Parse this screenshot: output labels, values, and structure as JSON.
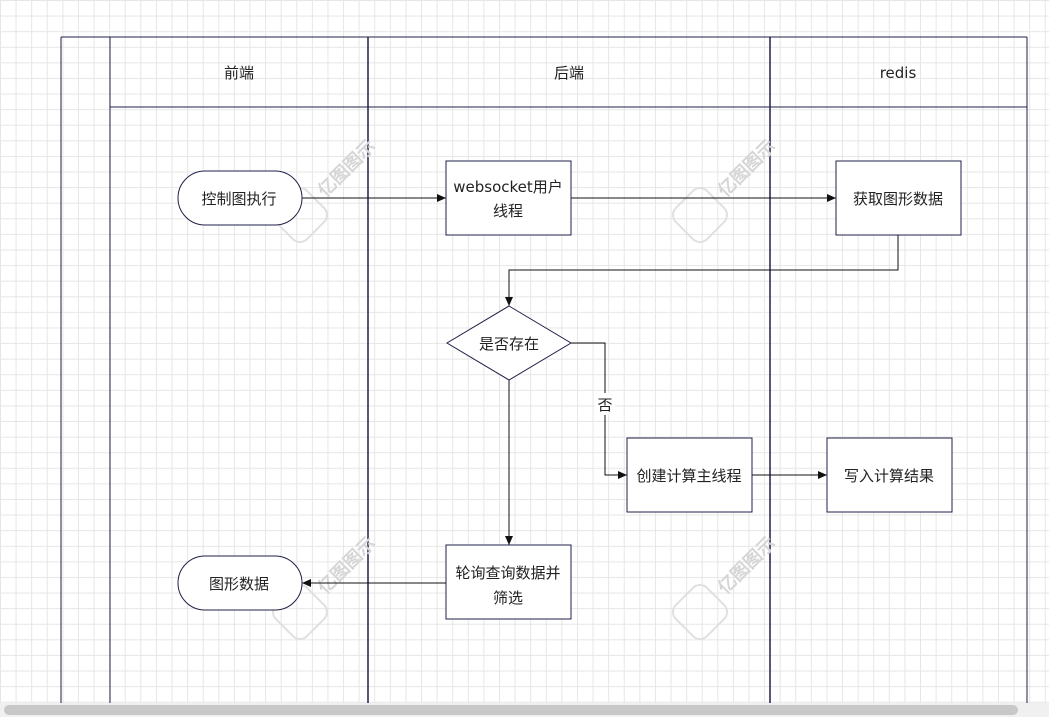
{
  "lanes": [
    {
      "id": "frontend",
      "header": "前端"
    },
    {
      "id": "backend",
      "header": "后端"
    },
    {
      "id": "redis",
      "header": "redis"
    }
  ],
  "nodes": {
    "control_exec": "控制图执行",
    "ws_thread_line1": "websocket用户",
    "ws_thread_line2": "线程",
    "get_graph_data": "获取图形数据",
    "exists_decision": "是否存在",
    "create_main_thread": "创建计算主线程",
    "write_result": "写入计算结果",
    "poll_filter_line1": "轮询查询数据并",
    "poll_filter_line2": "筛选",
    "graph_data_out": "图形数据"
  },
  "edge_labels": {
    "no": "否"
  },
  "watermark": "亿图图示",
  "colors": {
    "stroke": "#1f2147",
    "grid": "#e6e6e6",
    "watermark": "#d6d6d6"
  }
}
